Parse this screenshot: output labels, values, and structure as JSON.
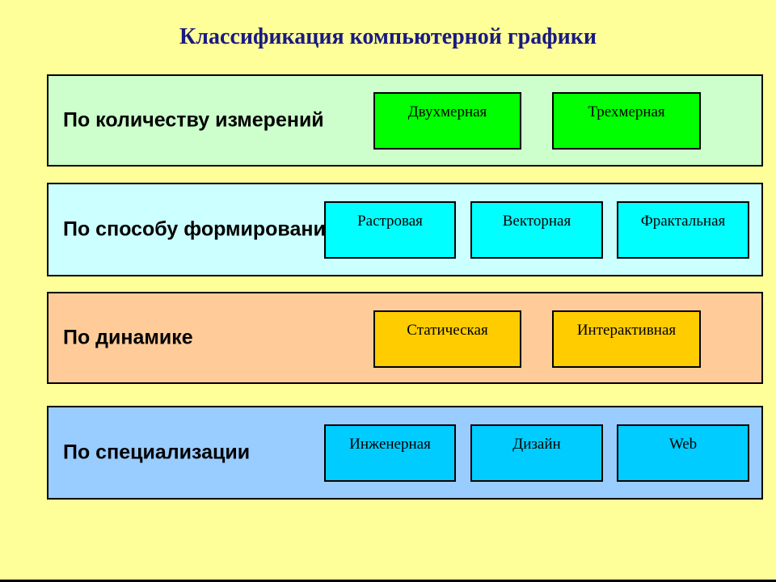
{
  "title": "Классификация компьютерной графики",
  "colors": {
    "background": "#ffff99",
    "title": "#1a1a80"
  },
  "rows": [
    {
      "label": "По количеству измерений",
      "bg": "#ccffcc",
      "box_color": "#00ff00",
      "boxes": [
        "Двухмерная",
        "Трехмерная"
      ]
    },
    {
      "label": "По способу формирования",
      "bg": "#ccffff",
      "box_color": "#00ffff",
      "boxes": [
        "Растровая",
        "Векторная",
        "Фрактальная"
      ]
    },
    {
      "label": "По динамике",
      "bg": "#ffcc99",
      "box_color": "#ffcc00",
      "boxes": [
        "Статическая",
        "Интерактивная"
      ]
    },
    {
      "label": "По специализации",
      "bg": "#99ccff",
      "box_color": "#00ccff",
      "boxes": [
        "Инженерная",
        "Дизайн",
        "Web"
      ]
    }
  ]
}
